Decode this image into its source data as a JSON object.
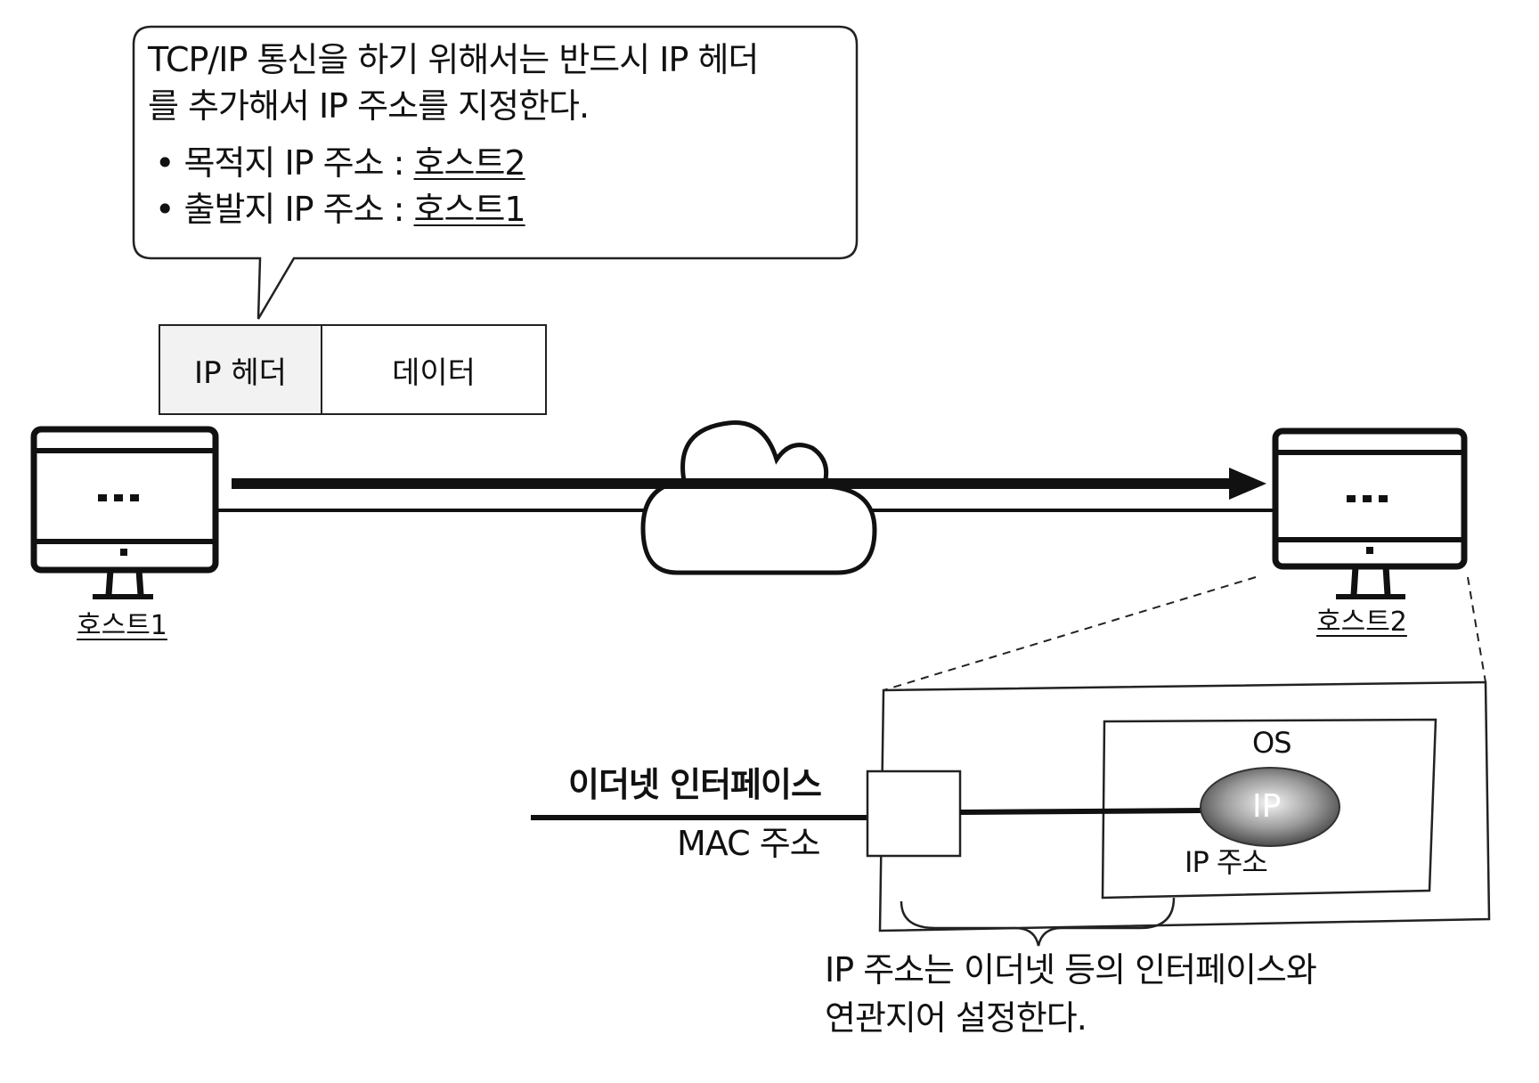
{
  "callout": {
    "line1": "TCP/IP 통신을 하기 위해서는 반드시 IP 헤더",
    "line2": "를 추가해서 IP 주소를 지정한다.",
    "bullet_dest_prefix": "• 목적지 IP 주소 : ",
    "bullet_dest_value": "호스트2",
    "bullet_src_prefix": "• 출발지 IP 주소 : ",
    "bullet_src_value": "호스트1"
  },
  "packet": {
    "header_label": "IP 헤더",
    "data_label": "데이터"
  },
  "hosts": {
    "host1_label": "호스트1",
    "host2_label": "호스트2",
    "screen_text": "···"
  },
  "detail": {
    "os_label": "OS",
    "ip_label": "IP",
    "ip_address_label": "IP 주소",
    "ethernet_interface_label": "이더넷 인터페이스",
    "mac_address_label": "MAC 주소",
    "note_line1": "IP 주소는 이더넷 등의 인터페이스와",
    "note_line2": "연관지어 설정한다."
  }
}
